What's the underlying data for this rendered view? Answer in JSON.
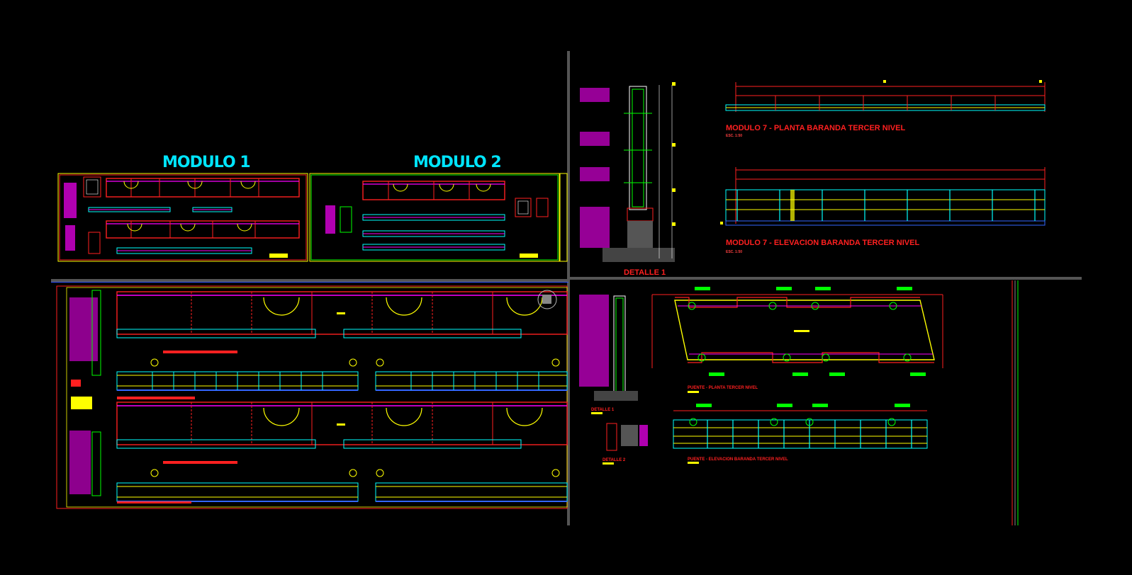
{
  "colors": {
    "background": "#000000",
    "red": "#ff1a1a",
    "magenta": "#ff00ff",
    "cyan": "#00ffff",
    "yellow": "#ffff00",
    "green": "#00ff00",
    "blue": "#3366ff",
    "white": "#ffffff",
    "grey": "#808080"
  },
  "titles": {
    "modulo1": "MODULO 1",
    "modulo2": "MODULO 2",
    "planta_tercer": "MODULO 7 - PLANTA BARANDA TERCER NIVEL",
    "planta_esc": "ESC. 1:50",
    "elevacion_tercer": "MODULO 7 - ELEVACION BARANDA TERCER NIVEL",
    "elevacion_esc": "ESC. 1:50",
    "detalle1": "DETALLE 1",
    "detalle1_small": "DETALLE 1",
    "detalle2_small": "DETALLE 2",
    "puente_planta": "PUENTE - PLANTA TERCER NIVEL",
    "puente_elevacion": "PUENTE - ELEVACION BARANDA TERCER NIVEL"
  }
}
